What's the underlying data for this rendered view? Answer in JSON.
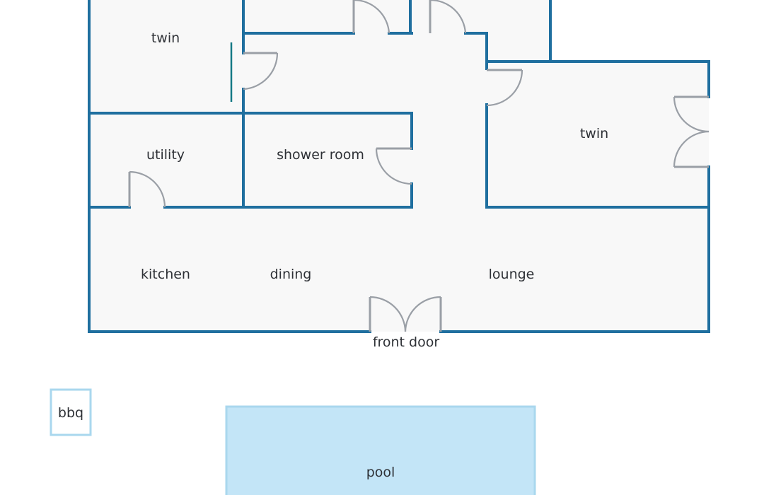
{
  "labels": {
    "twin_left": "twin",
    "utility": "utility",
    "shower_room": "shower room",
    "twin_right": "twin",
    "kitchen": "kitchen",
    "dining": "dining",
    "lounge": "lounge",
    "front_door": "front door",
    "bbq": "bbq",
    "pool": "pool"
  },
  "colors": {
    "wall": "#1f6f9f",
    "floor": "#f8f8f8",
    "door": "#9a9fa6",
    "pool_fill": "#c3e5f7",
    "pool_border": "#a9d7ee",
    "bbq_border": "#a9d7ee",
    "text": "#2e3136",
    "window_mark": "#157a85"
  }
}
